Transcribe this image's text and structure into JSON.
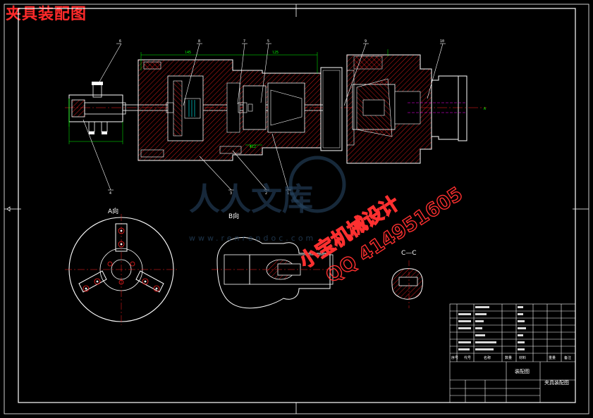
{
  "header": {
    "title": "夹具装配图"
  },
  "view_labels": {
    "view_a": "A向",
    "view_b": "B向",
    "section_cc": "C—C"
  },
  "callouts": [
    "6",
    "8",
    "7",
    "5",
    "9",
    "10",
    "4",
    "3",
    "2",
    "1"
  ],
  "axis_marker": "A",
  "watermark": {
    "brand": "人人文库",
    "url": "www.renrendoc.com",
    "ad_line1": "小宝机械设计",
    "ad_line2": "QQ 414951605"
  },
  "title_block": {
    "drawing_name": "夹具装配图",
    "sheet_label": "装配图",
    "header_cells": [
      "序号",
      "代号",
      "名称",
      "数量",
      "材料",
      "重量",
      "备注"
    ]
  },
  "colors": {
    "outline": "#ffffff",
    "section": "#00ff00",
    "hatch": "#ff0000",
    "centerline": "#ff0000",
    "phantom": "#ff00ff",
    "dimension": "#00ff00",
    "callout": "#ffff00",
    "thread": "#00ffff"
  }
}
